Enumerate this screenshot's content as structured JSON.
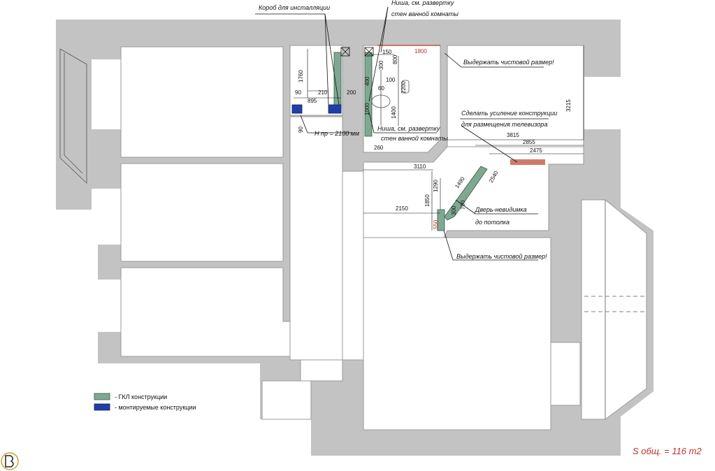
{
  "annotations": {
    "korob": "Короб для инсталляции",
    "nisha_top_1": "Ниша, см. развертку",
    "nisha_top_2": "стен ванной комнаты",
    "nisha_mid_1": "Ниша, см. развертку",
    "nisha_mid_2": "стен ванной комнаты",
    "vyderzhat_1": "Выдержать чистовой размер!",
    "usilenie_1": "Сделать усиление конструкции",
    "usilenie_2": "для размещения телевизора",
    "dver_1": "Дверь-невидимка",
    "dver_2": "до потолка",
    "vyderzhat_2": "Выдержать чистовой размер!",
    "h_pr": "H пр = 2100 мм"
  },
  "dimensions": {
    "d1760": "1760",
    "d90a": "90",
    "d210": "210",
    "d200": "200",
    "d895": "895",
    "d90b": "90",
    "d150": "150",
    "d800": "800",
    "d300": "300",
    "d1800": "1800",
    "d2200": "2200",
    "d60": "60",
    "d100": "100",
    "d400": "400",
    "d1000": "1000",
    "d1400": "1400",
    "d260": "260",
    "d3215": "3215",
    "d3815": "3815",
    "d2855": "2855",
    "d2475": "2475",
    "d3110": "3110",
    "d1850": "1850",
    "d1290": "1290",
    "d1490": "1490",
    "d2540": "2540",
    "d2150": "2150",
    "d700": "700",
    "d300b": "300",
    "d550": "550"
  },
  "legend": {
    "gkl": "- ГКЛ конструкции",
    "mount": "- монтируемые конструкции"
  },
  "area": "S общ. = 116 m2",
  "colors": {
    "wall": "#c3c3c3",
    "gkl": "#7fa893",
    "mount": "#1f3fa8",
    "red": "#c0302a"
  }
}
